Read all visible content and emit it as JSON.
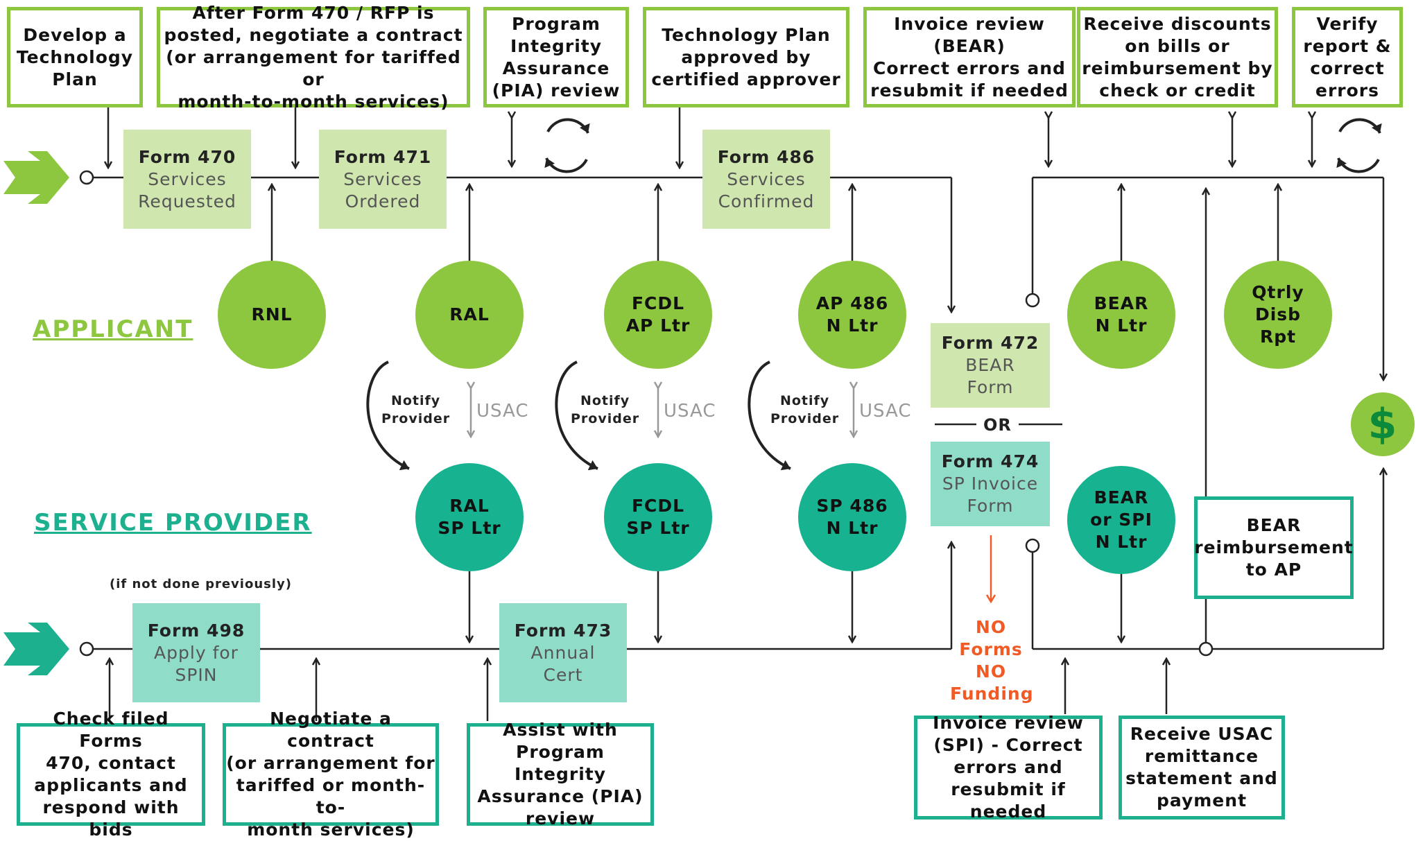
{
  "lanes": {
    "applicant": "APPLICANT",
    "service_provider": "SERVICE PROVIDER"
  },
  "applicant_tasks": [
    "Develop a\nTechnology\nPlan",
    "After Form 470 / RFP is\nposted, negotiate a contract\n(or arrangement for tariffed or\nmonth-to-month services)",
    "Program\nIntegrity\nAssurance\n(PIA) review",
    "Technology Plan\napproved by\ncertified approver",
    "Invoice review\n(BEAR)\nCorrect errors and\nresubmit if needed",
    "Receive discounts\non bills or\nreimbursement by\ncheck or credit",
    "Verify\nreport &\ncorrect\nerrors"
  ],
  "applicant_forms": [
    {
      "title": "Form 470",
      "subtitle": "Services\nRequested"
    },
    {
      "title": "Form 471",
      "subtitle": "Services\nOrdered"
    },
    {
      "title": "Form 486",
      "subtitle": "Services\nConfirmed"
    }
  ],
  "applicant_letters": {
    "rnl": "RNL",
    "ral": "RAL",
    "fcdl": "FCDL\nAP Ltr",
    "ap486": "AP 486\nN Ltr",
    "bear": "BEAR\nN Ltr",
    "qtrly": "Qtrly\nDisb\nRpt"
  },
  "notify_label": "Notify\nProvider",
  "usac_label": "USAC",
  "provider_letters": {
    "ral": "RAL\nSP Ltr",
    "fcdl": "FCDL\nSP Ltr",
    "sp486": "SP 486\nN Ltr",
    "bear": "BEAR\nor SPI\nN Ltr"
  },
  "invoice_forms": {
    "form472": {
      "title": "Form 472",
      "subtitle": "BEAR\nForm"
    },
    "or": "OR",
    "form474": {
      "title": "Form 474",
      "subtitle": "SP Invoice\nForm"
    }
  },
  "no_forms": "NO\nForms\nNO\nFunding",
  "bear_reimbursement": "BEAR\nreimbursement\nto AP",
  "if_not_done": "(if not done previously)",
  "provider_forms": [
    {
      "title": "Form 498",
      "subtitle": "Apply for\nSPIN"
    },
    {
      "title": "Form 473",
      "subtitle": "Annual\nCert"
    }
  ],
  "provider_tasks": [
    "Check filed Forms\n470, contact\napplicants and\nrespond with bids",
    "Negotiate a contract\n(or arrangement for\ntariffed or month-to-\nmonth services)",
    "Assist with\nProgram Integrity\nAssurance (PIA)\nreview",
    "Invoice review\n(SPI) - Correct\nerrors and\nresubmit if needed",
    "Receive USAC\nremittance\nstatement and\npayment"
  ],
  "dollar_symbol": "$",
  "colors": {
    "applicant_green": "#8dc63f",
    "provider_teal": "#1cb08f",
    "no_funding_orange": "#f15a24",
    "usac_gray": "#999999"
  }
}
